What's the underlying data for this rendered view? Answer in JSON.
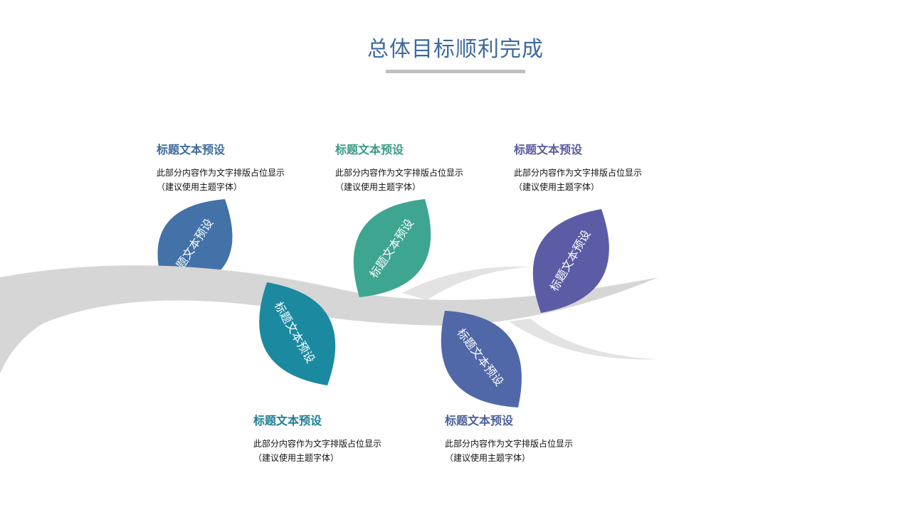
{
  "title": "总体目标顺利完成",
  "items": [
    {
      "heading": "标题文本预设",
      "body_line1": "此部分内容作为文字排版占位显示",
      "body_line2": "（建议使用主题字体）",
      "leaf_label": "标题文本预设",
      "color": "#4272a8",
      "heading_color": "#3d6a9c"
    },
    {
      "heading": "标题文本预设",
      "body_line1": "此部分内容作为文字排版占位显示",
      "body_line2": "（建议使用主题字体）",
      "leaf_label": "标题文本预设",
      "color": "#1b8aa1",
      "heading_color": "#1f7d94"
    },
    {
      "heading": "标题文本预设",
      "body_line1": "此部分内容作为文字排版占位显示",
      "body_line2": "（建议使用主题字体）",
      "leaf_label": "标题文本预设",
      "color": "#3ea591",
      "heading_color": "#3a9a88"
    },
    {
      "heading": "标题文本预设",
      "body_line1": "此部分内容作为文字排版占位显示",
      "body_line2": "（建议使用主题字体）",
      "leaf_label": "标题文本预设",
      "color": "#5068a8",
      "heading_color": "#4a5f9a"
    },
    {
      "heading": "标题文本预设",
      "body_line1": "此部分内容作为文字排版占位显示",
      "body_line2": "（建议使用主题字体）",
      "leaf_label": "标题文本预设",
      "color": "#5c5ca6",
      "heading_color": "#5a5a9e"
    }
  ]
}
